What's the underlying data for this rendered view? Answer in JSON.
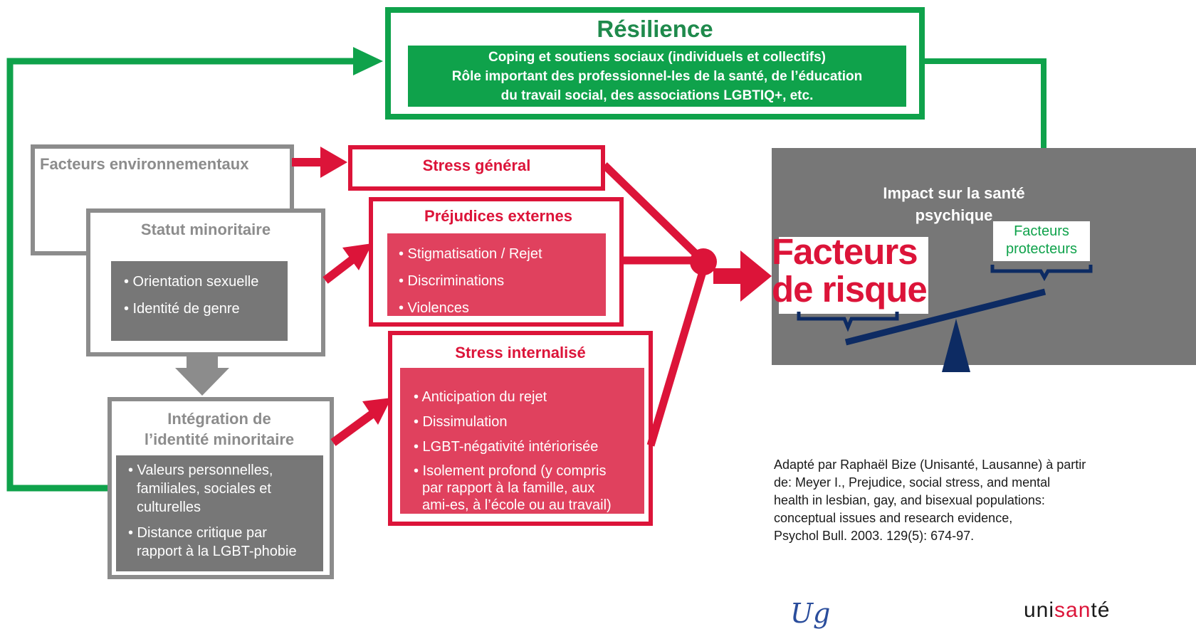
{
  "resilience": {
    "title": "Résilience",
    "lines": [
      "Coping et soutiens sociaux (individuels et collectifs)",
      "Rôle important des professionnel-les de la santé, de l’éducation",
      "du travail social, des associations LGBTIQ+, etc."
    ]
  },
  "environment": {
    "title": "Facteurs environnementaux"
  },
  "minority_status": {
    "title": "Statut minoritaire",
    "items": [
      "• Orientation sexuelle",
      "• Identité de genre"
    ]
  },
  "identity_integration": {
    "title_lines": [
      "Intégration de",
      "l’identité minoritaire"
    ],
    "items": [
      [
        "• Valeurs personnelles,",
        "familiales, sociales et",
        "culturelles"
      ],
      [
        "• Distance critique par",
        "rapport à la LGBT-phobie"
      ]
    ]
  },
  "general_stress": {
    "title": "Stress général"
  },
  "external_prejudice": {
    "title": "Préjudices externes",
    "items": [
      "• Stigmatisation / Rejet",
      "• Discriminations",
      "• Violences"
    ]
  },
  "internalized_stress": {
    "title": "Stress internalisé",
    "items": [
      "• Anticipation du rejet",
      "• Dissimulation",
      "• LGBT-négativité intériorisée"
    ],
    "last_item_lines": [
      "• Isolement profond (y compris",
      "par rapport à la famille, aux",
      "ami-es, à l’école ou au travail)"
    ]
  },
  "impact": {
    "title_lines": [
      "Impact sur la santé",
      "psychique"
    ],
    "risk_lines": [
      "Facteurs",
      "de risque"
    ],
    "protective_lines": [
      "Facteurs",
      "protecteurs"
    ]
  },
  "citation": [
    "Adapté par Raphaël Bize (Unisanté, Lausanne) à partir",
    "de: Meyer I., Prejudice, social stress, and mental",
    "health in lesbian, gay, and bisexual populations:",
    "conceptual issues and research evidence,",
    "Psychol Bull. 2003. 129(5): 674-97."
  ],
  "footer": {
    "signature_fragment": "Ug",
    "logo_left": "uni",
    "logo_mid": "san",
    "logo_right": "té"
  },
  "colors": {
    "green": "#0fa24b",
    "red": "#dc1439",
    "pink_box": "#e0415e",
    "grey": "#777777",
    "grey_border": "#8c8c8c",
    "navy": "#0d2b63"
  }
}
